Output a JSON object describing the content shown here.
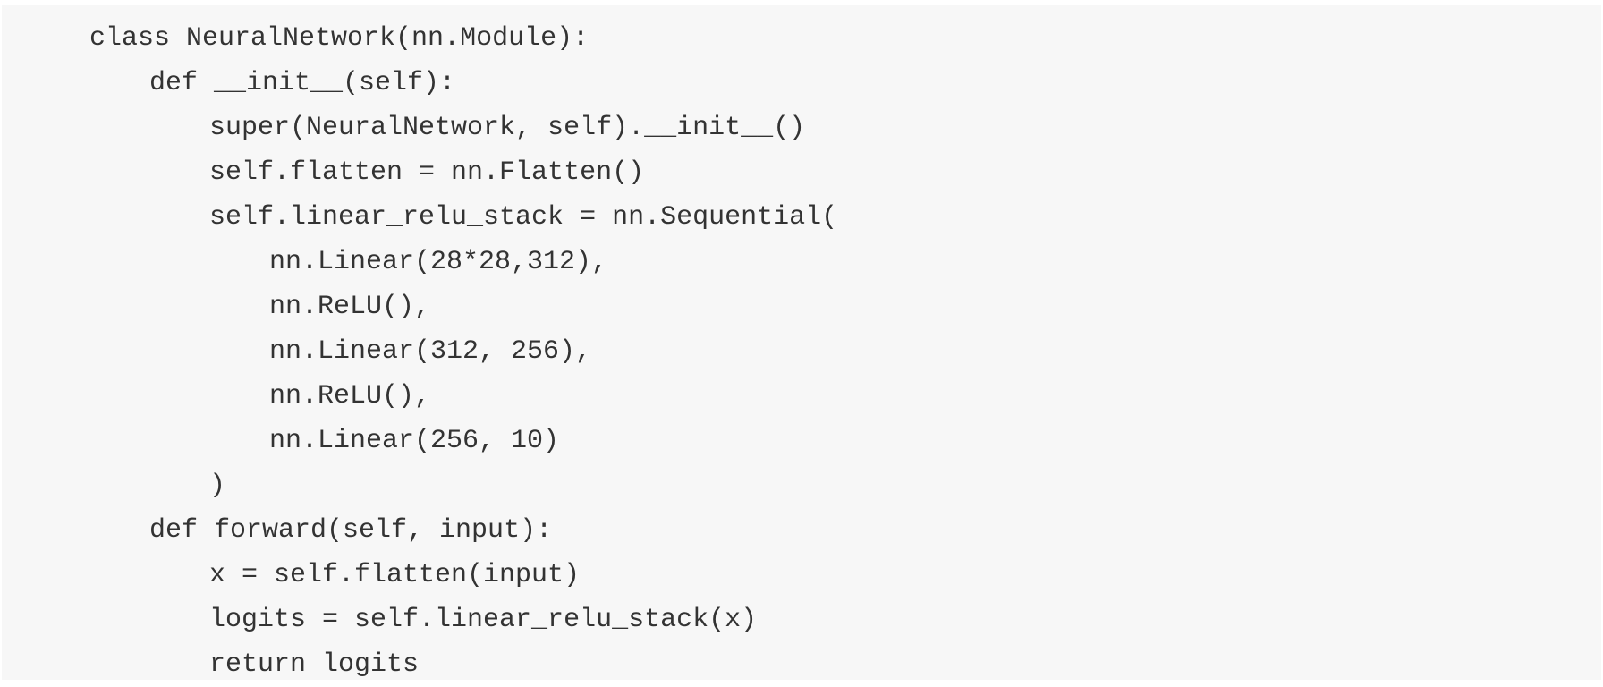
{
  "code": {
    "lines": [
      "class NeuralNetwork(nn.Module):",
      "def __init__(self):",
      "super(NeuralNetwork, self).__init__()",
      "self.flatten = nn.Flatten()",
      "self.linear_relu_stack = nn.Sequential(",
      "nn.Linear(28*28,312),",
      "nn.ReLU(),",
      "nn.Linear(312, 256),",
      "nn.ReLU(),",
      "nn.Linear(256, 10)",
      ")",
      "def forward(self, input):",
      "x = self.flatten(input)",
      "logits = self.linear_relu_stack(x)",
      "return logits"
    ]
  },
  "colors": {
    "background": "#f7f7f7",
    "text": "#333333"
  }
}
